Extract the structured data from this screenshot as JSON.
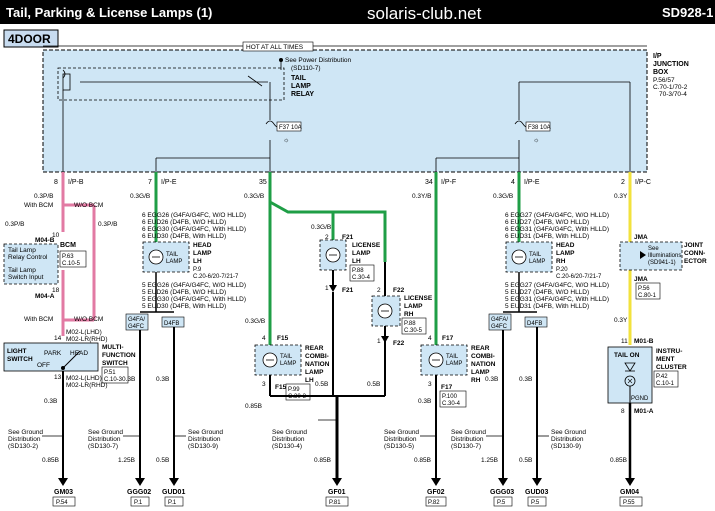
{
  "header": {
    "title": "Tail, Parking & License Lamps (1)",
    "site": "solaris-club.net",
    "code": "SD928-1",
    "variant": "4DOOR",
    "hot_label": "HOT AT ALL TIMES",
    "colors": {
      "bar": "#000000",
      "site": "#1f3f9a",
      "variant_box": "#c8dcf0"
    }
  },
  "junction_box": {
    "title": [
      "I/P",
      "JUNCTION",
      "BOX"
    ],
    "refs": [
      "P.56/57",
      "C.70-1/70-2",
      "70-3/70-4"
    ],
    "power_note": [
      "See Power Distribution",
      "(SD110-7)"
    ],
    "relay_label": [
      "TAIL",
      "LAMP",
      "RELAY"
    ],
    "fuse_left": "F37 10A",
    "fuse_right": "F38 10A",
    "fill_color": "#cfe6f5"
  },
  "connectors": [
    {
      "pin": "8",
      "name": "I/P-B"
    },
    {
      "pin": "7",
      "name": "I/P-E"
    },
    {
      "pin": "35",
      "name": ""
    },
    {
      "pin": "34",
      "name": "I/P-F"
    },
    {
      "pin": "4",
      "name": "I/P-E"
    },
    {
      "pin": "2",
      "name": "I/P-C"
    }
  ],
  "wires_top": [
    "0.3P/B",
    "0.3G/B",
    "0.3G/B",
    "0.3Y/B",
    "0.3G/B",
    "0.3Y"
  ],
  "bcm": {
    "with_bcm": "With BCM",
    "wo_bcm": "W/O BCM",
    "wire_a": "0.3P/B",
    "wire_b": "0.3P/B",
    "pin_top": "10",
    "conn_top": "M04-B",
    "title": "BCM",
    "refs": [
      "P.63",
      "C.10-5"
    ],
    "relay_ctrl": [
      "Tail Lamp",
      "Relay Control"
    ],
    "switch_input": [
      "Tail Lamp",
      "Switch Input"
    ],
    "pin_bottom": "18",
    "conn_bottom": "M04-A",
    "with_bcm2": "With BCM",
    "wo_bcm2": "W/O BCM",
    "pin14": "14",
    "m02_top": [
      "M02-L(LHD)",
      "M02-LR(RHD)"
    ]
  },
  "mf_switch": {
    "label": [
      "LIGHT",
      "SWITCH"
    ],
    "park": "PARK",
    "head": "HEAD",
    "off": "OFF",
    "title": [
      "MULTI-",
      "FUNCTION",
      "SWITCH"
    ],
    "refs": [
      "P.51",
      "C.10-3"
    ],
    "pin13": "13",
    "m02_bottom": [
      "M02-L(LHD)",
      "M02-LR(RHD)"
    ],
    "wire": "0.3B",
    "ground_note": [
      "See Ground",
      "Distribution",
      "(SD130-2)"
    ],
    "wire_ground": "0.85B",
    "ground": "GM03",
    "ground_page": "P.54"
  },
  "head_lamp_lh": {
    "codes_top": [
      "6  EGG26 (G4FA/G4FC, W/O HLLD)",
      "6  EUD26 (D4FB, W/O HLLD)",
      "6  EGG30 (G4FA/G4FC, With HLLD)",
      "6  EUD30 (D4FB, With HLLD)"
    ],
    "label": [
      "HEAD",
      "LAMP",
      "LH"
    ],
    "tail": [
      "TAIL",
      "LAMP"
    ],
    "refs": [
      "P.9",
      "C.20-6/20-7/21-7"
    ],
    "codes_bottom": [
      "5  EGG26 (G4FA/G4FC, W/O HLLD)",
      "5  EUD26 (D4FB, W/O HLLD)",
      "5  EGG30 (G4FA/G4FC, With HLLD)",
      "5  EUD30 (D4FB, With HLLD)"
    ],
    "split": [
      "G4FA/",
      "G4FC",
      "D4FB"
    ],
    "wire_a": "0.3B",
    "wire_b": "0.3B",
    "ground_a": [
      "See Ground",
      "Distribution",
      "(SD130-7)"
    ],
    "ground_b": [
      "See Ground",
      "Distribution",
      "(SD130-9)"
    ],
    "wire_ga": "1.25B",
    "wire_gb": "0.5B",
    "gnd_a": "GGG02",
    "gnd_a_page": "P.1",
    "gnd_b": "GUD01",
    "gnd_b_page": "P.1"
  },
  "license_lh": {
    "wire_in": "0.3G/B",
    "pin_top": "2",
    "conn": "F21",
    "label": [
      "LICENSE",
      "LAMP",
      "LH"
    ],
    "refs": [
      "P.88",
      "C.30-4"
    ],
    "pin_bottom": "1",
    "conn_bottom": "F21"
  },
  "license_rh": {
    "pin_top": "2",
    "conn": "F22",
    "label": [
      "LICENSE",
      "LAMP",
      "RH"
    ],
    "refs": [
      "P.88",
      "C.30-5"
    ],
    "pin_bottom": "1",
    "conn_bottom": "F22"
  },
  "rear_lh": {
    "wire_in": "0.3G/B",
    "pin_top": "4",
    "conn": "F15",
    "label": [
      "REAR",
      "COMBI-",
      "NATION",
      "LAMP",
      "LH"
    ],
    "tail": [
      "TAIL",
      "LAMP"
    ],
    "pin_bottom": "3",
    "conn_bottom": "F15",
    "refs": [
      "P.99",
      "C.30-3"
    ],
    "wire_out": "0.85B",
    "wire_c": "0.5B",
    "wire_d": "0.5B",
    "ground_note": [
      "See Ground",
      "Distribution",
      "(SD130-4)"
    ],
    "wire_ground": "0.85B",
    "ground": "GF01",
    "ground_page": "P.81"
  },
  "rear_rh": {
    "pin_top": "4",
    "conn": "F17",
    "label": [
      "REAR",
      "COMBI-",
      "NATION",
      "LAMP",
      "RH"
    ],
    "tail": [
      "TAIL",
      "LAMP"
    ],
    "pin_bottom": "3",
    "conn_bottom": "F17",
    "refs": [
      "P.100",
      "C.30-4"
    ],
    "wire_out": "0.3B",
    "ground_note": [
      "See Ground",
      "Distribution",
      "(SD130-5)"
    ],
    "wire_ground": "0.85B",
    "ground": "GF02",
    "ground_page": "P.82"
  },
  "head_lamp_rh": {
    "codes_top": [
      "6  EGG27 (G4FA/G4FC, W/O HLLD)",
      "6  EUD27 (D4FB, W/O HLLD)",
      "6  EGG31 (G4FA/G4FC, With HLLD)",
      "6  EUD31 (D4FB, With HLLD)"
    ],
    "label": [
      "HEAD",
      "LAMP",
      "RH"
    ],
    "tail": [
      "TAIL",
      "LAMP"
    ],
    "refs": [
      "P.20",
      "C.20-6/20-7/21-7"
    ],
    "codes_bottom": [
      "5  EGG27 (G4FA/G4FC, W/O HLLD)",
      "5  EUD27 (D4FB, W/O HLLD)",
      "5  EGG31 (G4FA/G4FC, With HLLD)",
      "5  EUD31 (D4FB, With HLLD)"
    ],
    "split": [
      "G4FA/",
      "G4FC",
      "D4FB"
    ],
    "wire_a": "0.3B",
    "wire_b": "0.3B",
    "ground_a": [
      "See Ground",
      "Distribution",
      "(SD130-7)"
    ],
    "ground_b": [
      "See Ground",
      "Distribution",
      "(SD130-9)"
    ],
    "wire_ga": "1.25B",
    "wire_gb": "0.5B",
    "gnd_a": "GGG03",
    "gnd_a_page": "P.5",
    "gnd_b": "GUD03",
    "gnd_b_page": "P.5"
  },
  "cluster": {
    "jma_top": "JMA",
    "jma_bottom": "JMA",
    "joint": [
      "JOINT",
      "CONN-",
      "ECTOR"
    ],
    "illum": [
      "See",
      "Illuminations",
      "(SD941-1)"
    ],
    "refs": [
      "P.56",
      "C.80-1"
    ],
    "wire": "0.3Y",
    "pin": "11",
    "conn": "M01-B",
    "title": [
      "INSTRU-",
      "MENT",
      "CLUSTER"
    ],
    "refs2": [
      "P.42",
      "C.10-1"
    ],
    "tail_on": "TAIL ON",
    "pgnd": "PGND",
    "pin8": "8",
    "conn2": "M01-A",
    "wire_ground": "0.85B",
    "ground": "GM04",
    "ground_page": "P.55"
  },
  "wire_colors": {
    "pink": "#e27aa3",
    "green": "#1f9e46",
    "yellow": "#f2e23c",
    "black": "#000000"
  }
}
